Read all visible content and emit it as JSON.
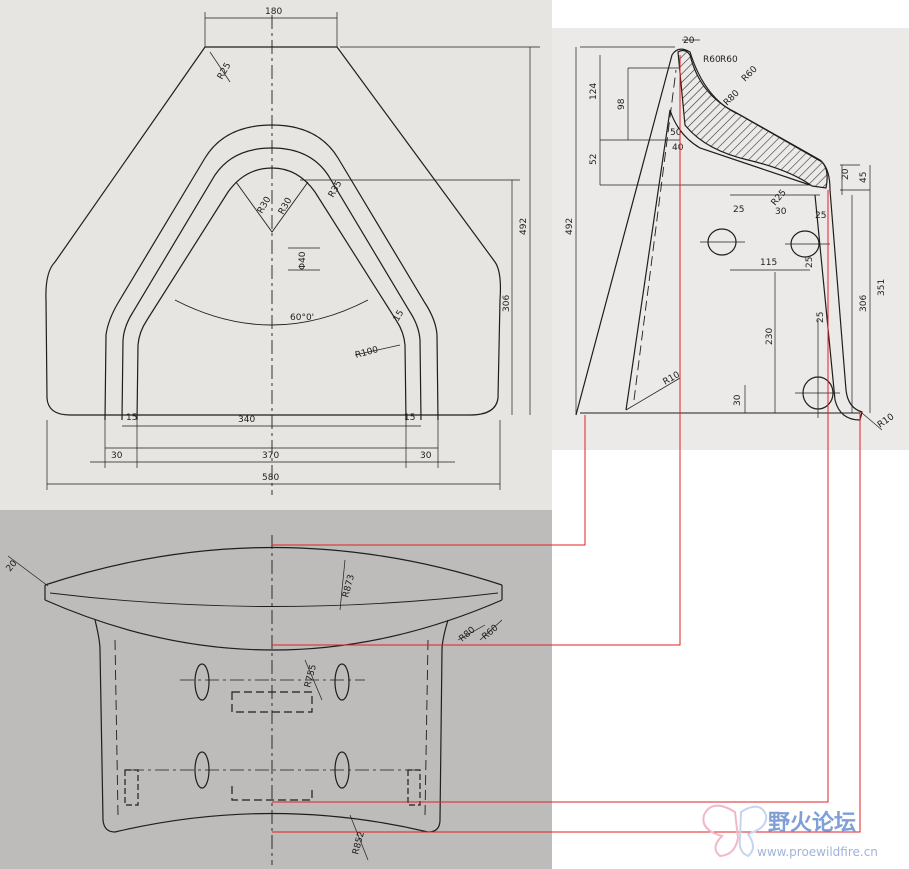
{
  "front_view": {
    "dims": {
      "top_width": "180",
      "corner_radius": "R25",
      "height_total": "492",
      "height_inner": "306",
      "inner_width": "340",
      "mid_width": "370",
      "base_width": "580",
      "wall_left": "15",
      "wall_right": "15",
      "foot_left": "30",
      "foot_right": "30",
      "arm_thickness": "15",
      "r_a": "R35",
      "r_b": "R30",
      "pin": "Φ40",
      "angle": "60°0'",
      "r_inner": "R100"
    }
  },
  "side_view": {
    "dims": {
      "top_width": "20",
      "r60a": "R60",
      "r60b": "R60",
      "r60c": "R60",
      "r80": "R80",
      "h124": "124",
      "h98": "98",
      "h52": "52",
      "h492": "492",
      "r50": "50",
      "r40": "40",
      "w25a": "25",
      "w30": "30",
      "w25b": "25",
      "r25": "R25",
      "h20": "20",
      "h45": "45",
      "w115": "115",
      "w25c": "25",
      "h230": "230",
      "w25d": "25",
      "h306": "306",
      "h351": "351",
      "h30": "30",
      "r10a": "R10",
      "r10b": "R10"
    }
  },
  "top_view": {
    "dims": {
      "thickness": "20",
      "r873": "R873",
      "r80": "R80",
      "r60": "R60",
      "r755": "R755",
      "r852": "R852"
    }
  },
  "watermark": {
    "title": "野火论坛",
    "url": "www.proewildfire.cn",
    "color": "#7f9fd6"
  },
  "colors": {
    "line": "#1e1e1e",
    "projection": "#e02020",
    "hatch": "#333333"
  }
}
